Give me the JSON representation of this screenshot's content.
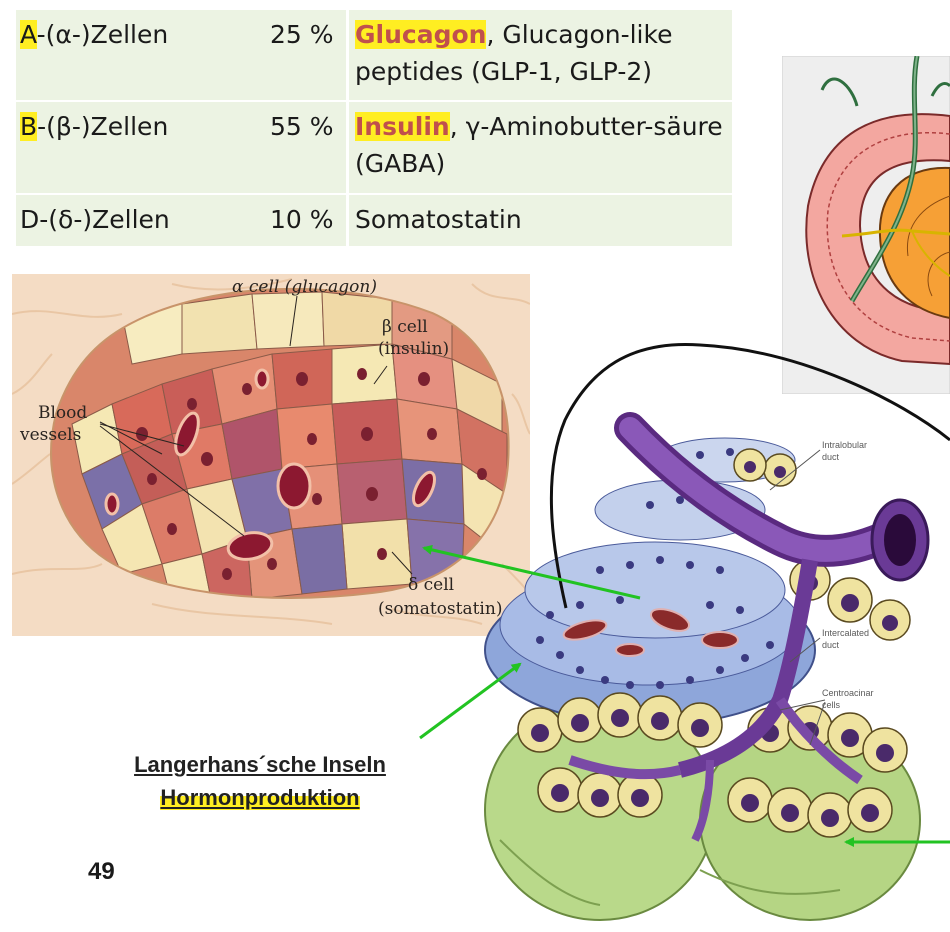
{
  "table": {
    "rows": [
      {
        "cell": "A-(α-)Zellen",
        "cell_prefix": "A",
        "cell_rest": "-(α-)Zellen",
        "percent": "25 %",
        "hormone": "Glucagon",
        "text": ", Glucagon-like peptides (GLP-1, GLP-2)"
      },
      {
        "cell": "B-(β-)Zellen",
        "cell_prefix": "B",
        "cell_rest": "-(β-)Zellen",
        "percent": "55 %",
        "hormone": "Insulin",
        "text": ", γ-Aminobutter-säure (GABA)"
      },
      {
        "cell": "D-(δ-)Zellen",
        "cell_prefix": "D",
        "cell_rest": "-(δ-)Zellen",
        "percent": "10 %",
        "hormone": "",
        "text": "Somatostatin"
      }
    ]
  },
  "islet_figure": {
    "alpha": "α cell (glucagon)",
    "beta_1": "β cell",
    "beta_2": "(insulin)",
    "vessels_1": "Blood",
    "vessels_2": "vessels",
    "delta_1": "δ cell",
    "delta_2": "(somatostatin)"
  },
  "acinus_figure": {
    "intralobular_1": "Intralobular",
    "intralobular_2": "duct",
    "intercalated_1": "Intercalated",
    "intercalated_2": "duct",
    "centroacinar_1": "Centroacinar",
    "centroacinar_2": "cells"
  },
  "caption": {
    "line1": "Langerhans´sche Inseln",
    "line2": "Hormonproduktion"
  },
  "page_number": "49",
  "colors": {
    "table_bg": "#ecf3e3",
    "highlight": "#ffee22",
    "hormone": "#c0504d",
    "arrow": "#22c322"
  }
}
